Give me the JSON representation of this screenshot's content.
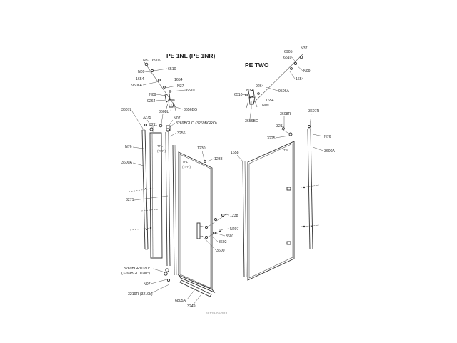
{
  "titles": {
    "left": "PE 1NL (PE 1NR)",
    "right": "PE TWO"
  },
  "labels": {
    "n37a": "N37",
    "p6905a": "6905",
    "p6510a": "6510",
    "n09a": "N09",
    "p1654a": "1654",
    "p9506a": "9506A",
    "p1654b": "1654",
    "n37b": "N37",
    "p6510b": "6510",
    "n09b": "N09",
    "p9264a": "9264",
    "p3656bga": "3656BG",
    "p3607l": "3607L",
    "p3608l": "3608L",
    "n07a": "N07",
    "p3275a": "3275",
    "p3269bgl": "3269BGLO (3269BGRO)",
    "p3211a": "3211",
    "p3256": "3256",
    "n76a": "N76",
    "p1230": "1230",
    "p1238a": "1238",
    "p3600a": "3600A",
    "p3271": "3271",
    "p1238b": "1238",
    "n207": "N207",
    "p3601": "3601",
    "p3602": "3602",
    "p3600": "3600",
    "p3269bgru": "3269BGRU180°",
    "p3269bglu": "(3269BGLU180°)",
    "n07b": "N07",
    "p3219r": "3219R (3219L)",
    "p6805a": "6805A",
    "p3249": "3249",
    "p1658": "1658",
    "n37c": "N37",
    "p6905b": "6905",
    "p6510c": "6510",
    "n09c": "N09",
    "p1654c": "1654",
    "p9506b": "9506A",
    "n37d": "N37",
    "p9264b": "9264",
    "p6510d": "6510",
    "n09d": "N09",
    "p1654d": "1654",
    "p3656bgb": "3656BG",
    "p3608r": "3608R",
    "p3607r": "3607R",
    "p3211b": "3211",
    "p3225": "3225",
    "n76b": "N76",
    "p3600ab": "3600A"
  },
  "panel_marks": {
    "tfl_left": "TFL",
    "tfl_left_sub": "(TFR)",
    "tfl_door": "TFL",
    "tfl_door_sub": "(TFR)",
    "tw": "TW"
  },
  "reference": "69139-05/2B3"
}
